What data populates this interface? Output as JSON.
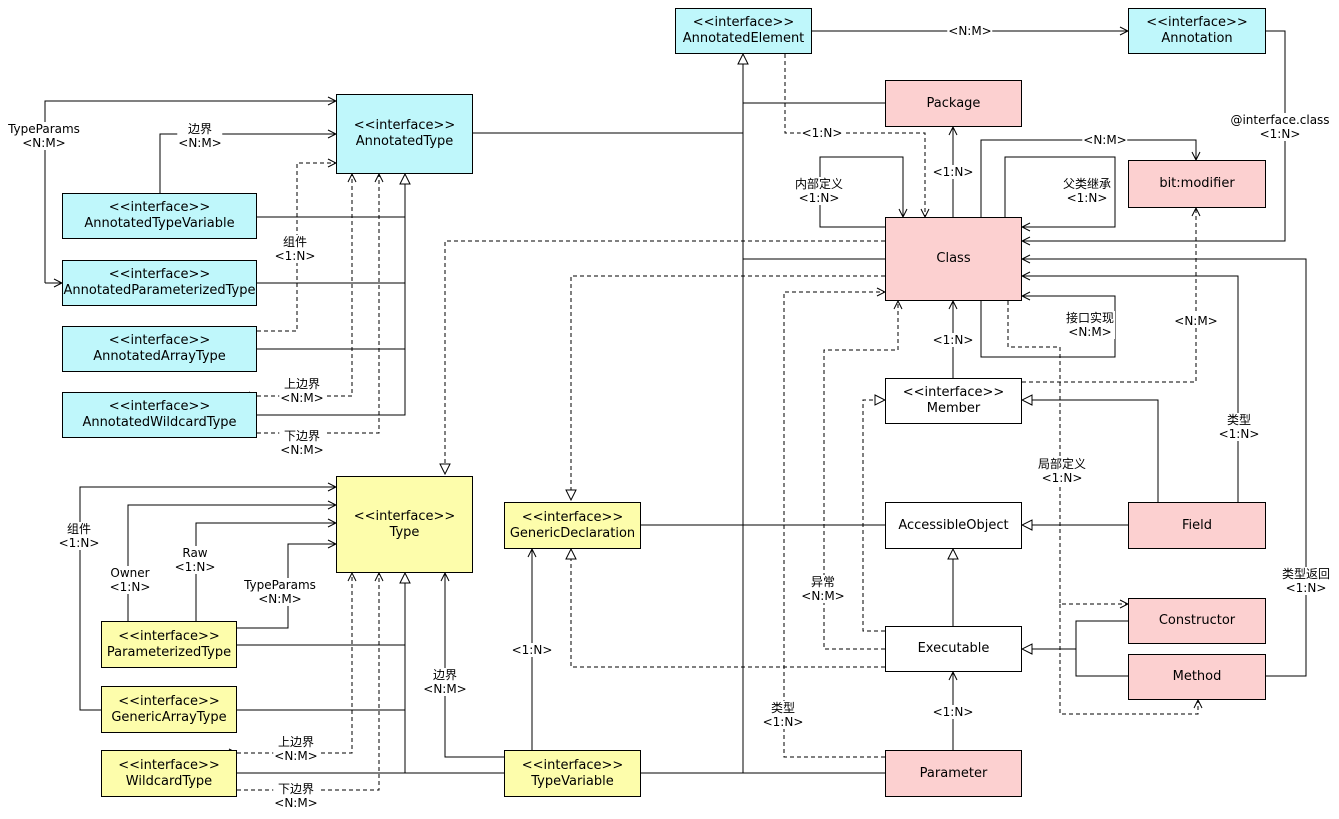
{
  "colors": {
    "interface_fill": "#bff7fb",
    "type_fill": "#fdfdab",
    "class_fill": "#fcd0d0",
    "plain_fill": "#ffffff",
    "line": "#000000"
  },
  "nodes": {
    "annotated_element": {
      "stereotype": "<<interface>>",
      "name": "AnnotatedElement"
    },
    "annotation": {
      "stereotype": "<<interface>>",
      "name": "Annotation"
    },
    "annotated_type": {
      "stereotype": "<<interface>>",
      "name": "AnnotatedType"
    },
    "annotated_type_variable": {
      "stereotype": "<<interface>>",
      "name": "AnnotatedTypeVariable"
    },
    "annotated_parameterized_type": {
      "stereotype": "<<interface>>",
      "name": "AnnotatedParameterizedType"
    },
    "annotated_array_type": {
      "stereotype": "<<interface>>",
      "name": "AnnotatedArrayType"
    },
    "annotated_wildcard_type": {
      "stereotype": "<<interface>>",
      "name": "AnnotatedWildcardType"
    },
    "type": {
      "stereotype": "<<interface>>",
      "name": "Type"
    },
    "generic_declaration": {
      "stereotype": "<<interface>>",
      "name": "GenericDeclaration"
    },
    "parameterized_type": {
      "stereotype": "<<interface>>",
      "name": "ParameterizedType"
    },
    "generic_array_type": {
      "stereotype": "<<interface>>",
      "name": "GenericArrayType"
    },
    "wildcard_type": {
      "stereotype": "<<interface>>",
      "name": "WildcardType"
    },
    "type_variable": {
      "stereotype": "<<interface>>",
      "name": "TypeVariable"
    },
    "package": {
      "name": "Package"
    },
    "bit_modifier": {
      "name": "bit:modifier"
    },
    "class": {
      "name": "Class"
    },
    "member": {
      "stereotype": "<<interface>>",
      "name": "Member"
    },
    "accessible_object": {
      "name": "AccessibleObject"
    },
    "field": {
      "name": "Field"
    },
    "executable": {
      "name": "Executable"
    },
    "constructor": {
      "name": "Constructor"
    },
    "method": {
      "name": "Method"
    },
    "parameter": {
      "name": "Parameter"
    }
  },
  "labels": {
    "annotated_element_annotation": "<N:M>",
    "interface_class": "@interface.class",
    "interface_class_mult": "<1:N>",
    "type_params_top": "TypeParams",
    "type_params_top_mult": "<N:M>",
    "bound_top": "边界",
    "bound_top_mult": "<N:M>",
    "component_top": "组件",
    "component_top_mult": "<1:N>",
    "upper_bound_top": "上边界",
    "upper_bound_top_mult": "<N:M>",
    "lower_bound_top": "下边界",
    "lower_bound_top_mult": "<N:M>",
    "component_bottom": "组件",
    "component_bottom_mult": "<1:N>",
    "owner": "Owner",
    "owner_mult": "<1:N>",
    "raw": "Raw",
    "raw_mult": "<1:N>",
    "type_params_bottom": "TypeParams",
    "type_params_bottom_mult": "<N:M>",
    "bound_bottom": "边界",
    "bound_bottom_mult": "<N:M>",
    "upper_bound_bottom": "上边界",
    "upper_bound_bottom_mult": "<N:M>",
    "lower_bound_bottom": "下边界",
    "lower_bound_bottom_mult": "<N:M>",
    "generic_decl_mult": "<1:N>",
    "element_class_mult": "<1:N>",
    "package_class_mult": "<1:N>",
    "inner_def": "内部定义",
    "inner_def_mult": "<1:N>",
    "superclass": "父类继承",
    "superclass_mult": "<1:N>",
    "modifier_mult": "<N:M>",
    "interface_impl": "接口实现",
    "interface_impl_mult": "<N:M>",
    "member_class_mult": "<1:N>",
    "member_modifier_mult": "<N:M>",
    "field_type": "类型",
    "field_type_mult": "<1:N>",
    "local_def": "局部定义",
    "local_def_mult": "<1:N>",
    "exception": "异常",
    "exception_mult": "<N:M>",
    "return_type": "类型返回",
    "return_type_mult": "<1:N>",
    "param_type": "类型",
    "param_type_mult": "<1:N>",
    "param_exec_mult": "<1:N>"
  }
}
